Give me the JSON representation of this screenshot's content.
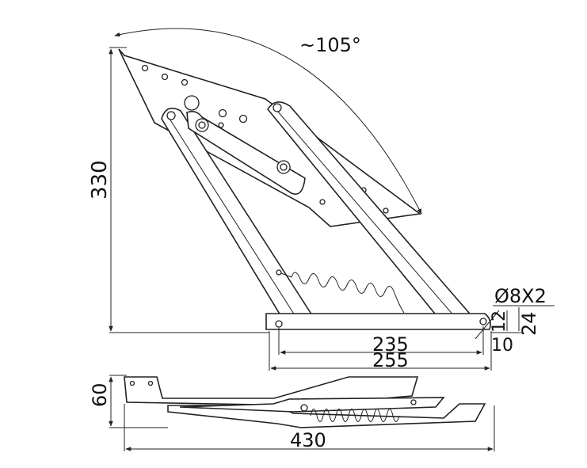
{
  "dimensions": {
    "angle": "~105°",
    "height": "330",
    "hole": "Ø8X2",
    "offset_12": "12",
    "offset_24": "24",
    "offset_10": "10",
    "span_235": "235",
    "span_255": "255",
    "side_height": "60",
    "total_length": "430"
  }
}
